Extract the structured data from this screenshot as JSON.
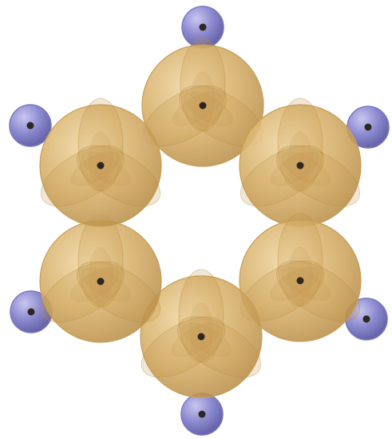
{
  "molecule": {
    "colors": {
      "carbon_orbital": "#D7B06A",
      "carbon_lobe": "#C89A49",
      "hydrogen": "#8D8BD0",
      "nucleus": "#2E2622"
    },
    "carbon_atoms": [
      {
        "id": "C1"
      },
      {
        "id": "C2"
      },
      {
        "id": "C3"
      },
      {
        "id": "C4"
      },
      {
        "id": "C5"
      },
      {
        "id": "C6"
      }
    ],
    "hydrogen_atoms": [
      {
        "id": "H1"
      },
      {
        "id": "H2"
      },
      {
        "id": "H3"
      },
      {
        "id": "H4"
      },
      {
        "id": "H5"
      },
      {
        "id": "H6"
      }
    ]
  }
}
